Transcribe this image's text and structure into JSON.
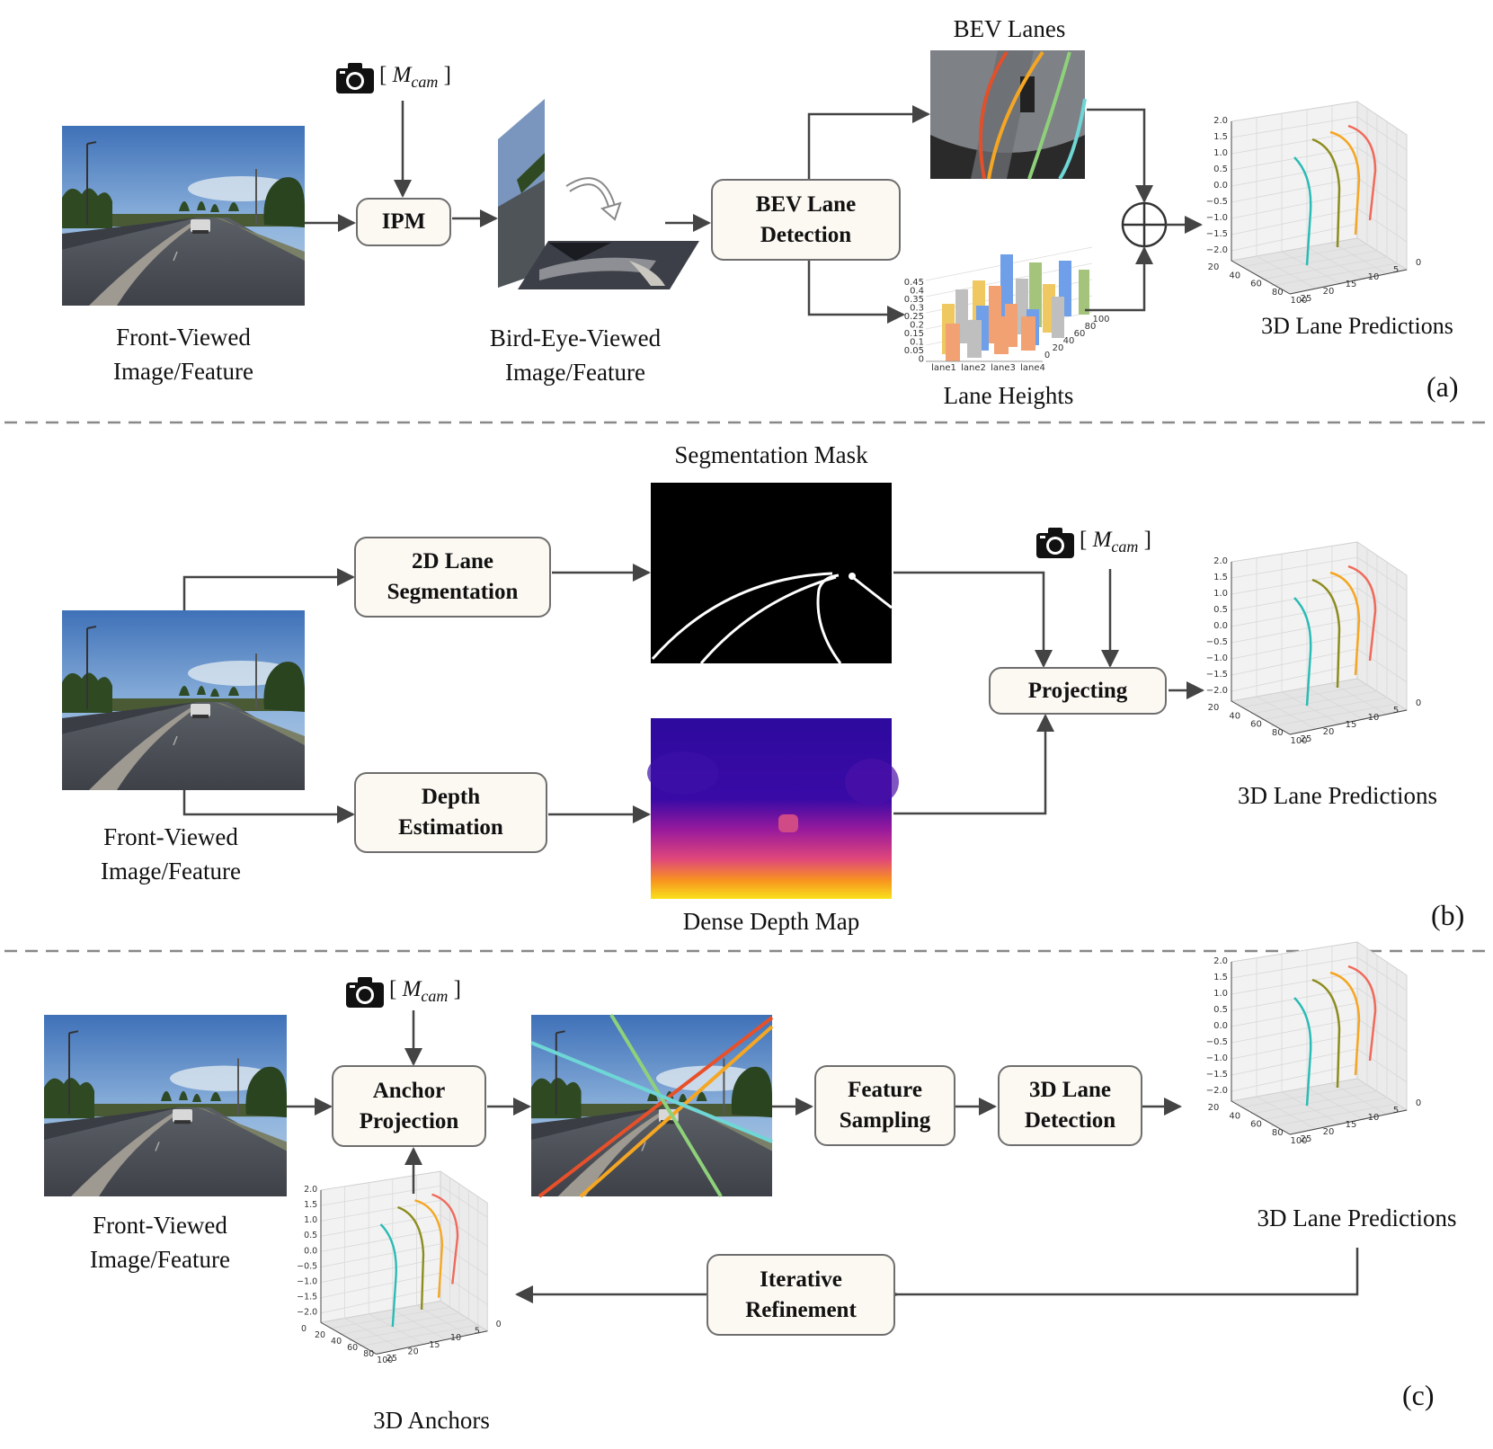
{
  "a": {
    "front_label": [
      "Front-Viewed",
      "Image/Feature"
    ],
    "camera_left": "[",
    "camera_math": "Mcam",
    "camera_right": "]",
    "ipm": "IPM",
    "bev_image_label": [
      "Bird-Eye-Viewed",
      "Image/Feature"
    ],
    "bev_detection": "BEV Lane\nDetection",
    "bev_lanes": "BEV Lanes",
    "lane_heights": "Lane Heights",
    "pred_label": "3D Lane Predictions",
    "panel": "(a)",
    "bar_chart_x_labels": [
      "lane1",
      "lane2",
      "lane3",
      "lane4"
    ],
    "bar_chart_y_labels": [
      "0.45",
      "0.4",
      "0.35",
      "0.3",
      "0.25",
      "0.2",
      "0.15",
      "0.1",
      "0.05",
      "0"
    ],
    "bar_chart_depth_labels": [
      "100",
      "80",
      "60",
      "40",
      "20",
      "0"
    ]
  },
  "b": {
    "seg": "2D Lane\nSegmentation",
    "depth": "Depth\nEstimation",
    "seg_mask": "Segmentation Mask",
    "depth_map": "Dense Depth Map",
    "camera_left": "[",
    "camera_math": "Mcam",
    "camera_right": "]",
    "projecting": "Projecting",
    "pred_label": "3D Lane Predictions",
    "front_label": [
      "Front-Viewed",
      "Image/Feature"
    ],
    "panel": "(b)"
  },
  "c": {
    "camera_left": "[",
    "camera_math": "Mcam",
    "camera_right": "]",
    "anchor_proj": "Anchor\nProjection",
    "feature_sampling": "Feature\nSampling",
    "lane_detection": "3D Lane\nDetection",
    "pred_label": "3D Lane Predictions",
    "front_label": [
      "Front-Viewed",
      "Image/Feature"
    ],
    "refine": "Iterative\nRefinement",
    "anchors": "3D Anchors",
    "panel": "(c)"
  },
  "plot3d": {
    "z_ticks": [
      "2.0",
      "1.5",
      "1.0",
      "0.5",
      "0.0",
      "−0.5",
      "−1.0",
      "−1.5",
      "−2.0"
    ],
    "x_ticks": [
      "20",
      "40",
      "60",
      "80",
      "100"
    ],
    "x_ticks_anchor": [
      "0",
      "20",
      "40",
      "60",
      "80",
      "100"
    ],
    "y_ticks": [
      "0",
      "5",
      "10",
      "15",
      "20",
      "25"
    ],
    "lane_colors": [
      "#2bbbb5",
      "#8c8c1e",
      "#f5a623",
      "#ef6a5a"
    ]
  },
  "colors": {
    "box_fill": "#fcf8f2",
    "box_border": "#6e6e6e",
    "arrow": "#444444",
    "lane_red": "#e8502a",
    "lane_orange": "#f5a623",
    "lane_green": "#8ed17a",
    "lane_cyan": "#6fd6d6"
  }
}
